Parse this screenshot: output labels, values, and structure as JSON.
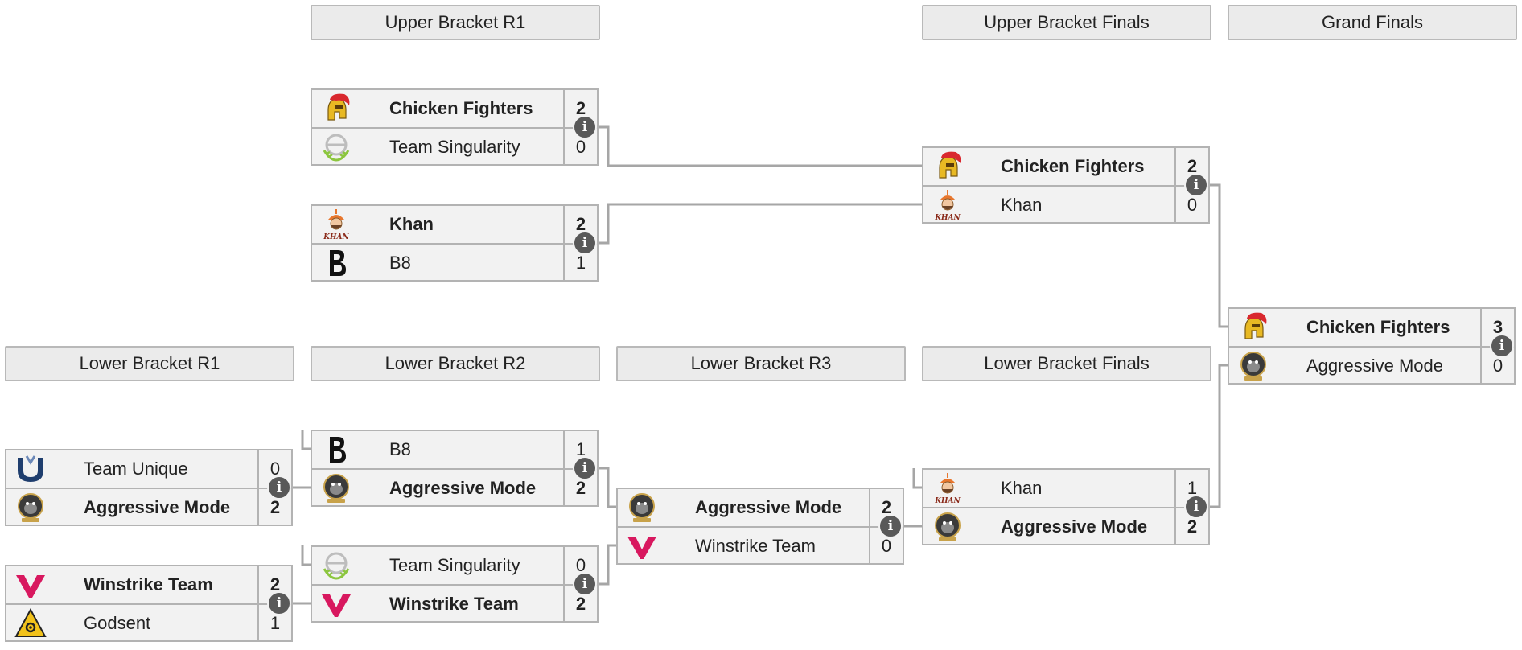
{
  "headers": {
    "ub_r1": "Upper Bracket R1",
    "ub_finals": "Upper Bracket Finals",
    "grand_finals": "Grand Finals",
    "lb_r1": "Lower Bracket R1",
    "lb_r2": "Lower Bracket R2",
    "lb_r3": "Lower Bracket R3",
    "lb_finals": "Lower Bracket Finals"
  },
  "info_icon": "i",
  "matches": {
    "ub_r1_m1": {
      "teams": [
        {
          "name": "Chicken Fighters",
          "score": "2",
          "logo": "spartan-helmet-icon",
          "winner": true
        },
        {
          "name": "Team Singularity",
          "score": "0",
          "logo": "singularity-laurel-icon",
          "winner": false
        }
      ]
    },
    "ub_r1_m2": {
      "teams": [
        {
          "name": "Khan",
          "score": "2",
          "logo": "khan-warrior-icon",
          "winner": true
        },
        {
          "name": "B8",
          "score": "1",
          "logo": "b8-icon",
          "winner": false
        }
      ]
    },
    "ub_finals": {
      "teams": [
        {
          "name": "Chicken Fighters",
          "score": "2",
          "logo": "spartan-helmet-icon",
          "winner": true
        },
        {
          "name": "Khan",
          "score": "0",
          "logo": "khan-warrior-icon",
          "winner": false
        }
      ]
    },
    "grand_finals": {
      "teams": [
        {
          "name": "Chicken Fighters",
          "score": "3",
          "logo": "spartan-helmet-icon",
          "winner": true
        },
        {
          "name": "Aggressive Mode",
          "score": "0",
          "logo": "gorilla-icon",
          "winner": false
        }
      ]
    },
    "lb_r1_m1": {
      "teams": [
        {
          "name": "Team Unique",
          "score": "0",
          "logo": "unique-u-icon",
          "winner": false
        },
        {
          "name": "Aggressive Mode",
          "score": "2",
          "logo": "gorilla-icon",
          "winner": true
        }
      ]
    },
    "lb_r1_m2": {
      "teams": [
        {
          "name": "Winstrike Team",
          "score": "2",
          "logo": "winstrike-w-icon",
          "winner": true
        },
        {
          "name": "Godsent",
          "score": "1",
          "logo": "godsent-triangle-icon",
          "winner": false
        }
      ]
    },
    "lb_r2_m1": {
      "teams": [
        {
          "name": "B8",
          "score": "1",
          "logo": "b8-icon",
          "winner": false
        },
        {
          "name": "Aggressive Mode",
          "score": "2",
          "logo": "gorilla-icon",
          "winner": true
        }
      ]
    },
    "lb_r2_m2": {
      "teams": [
        {
          "name": "Team Singularity",
          "score": "0",
          "logo": "singularity-laurel-icon",
          "winner": false
        },
        {
          "name": "Winstrike Team",
          "score": "2",
          "logo": "winstrike-w-icon",
          "winner": true
        }
      ]
    },
    "lb_r3": {
      "teams": [
        {
          "name": "Aggressive Mode",
          "score": "2",
          "logo": "gorilla-icon",
          "winner": true
        },
        {
          "name": "Winstrike Team",
          "score": "0",
          "logo": "winstrike-w-icon",
          "winner": false
        }
      ]
    },
    "lb_finals": {
      "teams": [
        {
          "name": "Khan",
          "score": "1",
          "logo": "khan-warrior-icon",
          "winner": false
        },
        {
          "name": "Aggressive Mode",
          "score": "2",
          "logo": "gorilla-icon",
          "winner": true
        }
      ]
    }
  },
  "colors": {
    "connector": "#a6a6a6",
    "box_bg": "#f2f2f2",
    "header_bg": "#ebebeb",
    "info_bg": "#595959",
    "chicken_red": "#d9282e",
    "chicken_gold": "#e8b923",
    "winstrike_pink": "#d8185f",
    "unique_navy": "#1f3e6e",
    "singularity_green": "#8cc63f",
    "godsent_yellow": "#f2c21b",
    "khan_orange": "#e8772e"
  }
}
